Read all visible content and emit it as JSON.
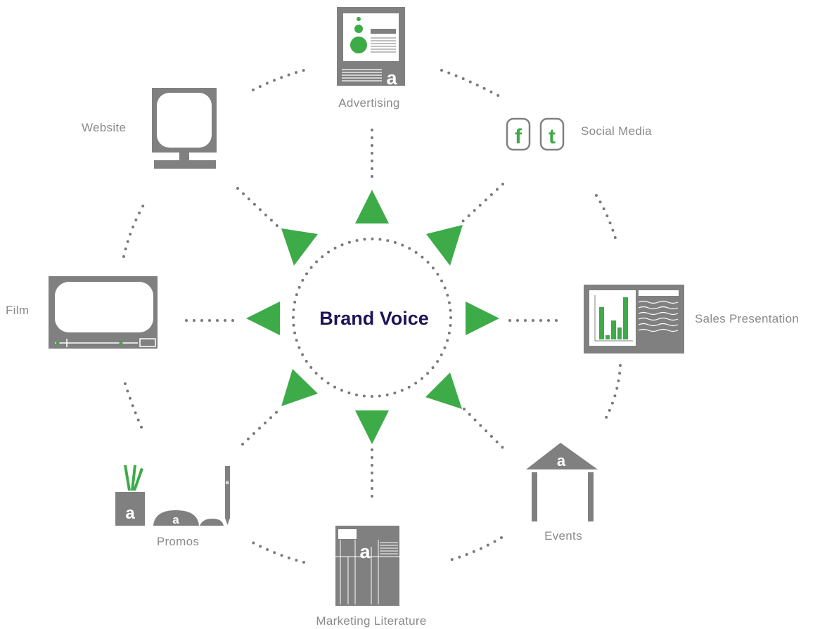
{
  "center": {
    "title": "Brand Voice"
  },
  "channels": {
    "advertising": {
      "label": "Advertising",
      "icon": "billboard-ad-icon"
    },
    "social_media": {
      "label": "Social Media",
      "icon": "social-media-icon",
      "badges": [
        "f",
        "t"
      ]
    },
    "sales_presentation": {
      "label": "Sales Presentation",
      "icon": "presentation-chart-icon"
    },
    "events": {
      "label": "Events",
      "icon": "event-tent-icon"
    },
    "marketing_literature": {
      "label": "Marketing Literature",
      "icon": "brochure-icon"
    },
    "promos": {
      "label": "Promos",
      "icon": "promo-items-icon"
    },
    "film": {
      "label": "Film",
      "icon": "tv-screen-icon"
    },
    "website": {
      "label": "Website",
      "icon": "computer-monitor-icon"
    }
  },
  "logo_mark": "a",
  "colors": {
    "accent": "#3dab48",
    "icon_gray": "#808080",
    "dots": "#7a7a7a",
    "label": "#8a8a8a",
    "title": "#1c1456"
  }
}
